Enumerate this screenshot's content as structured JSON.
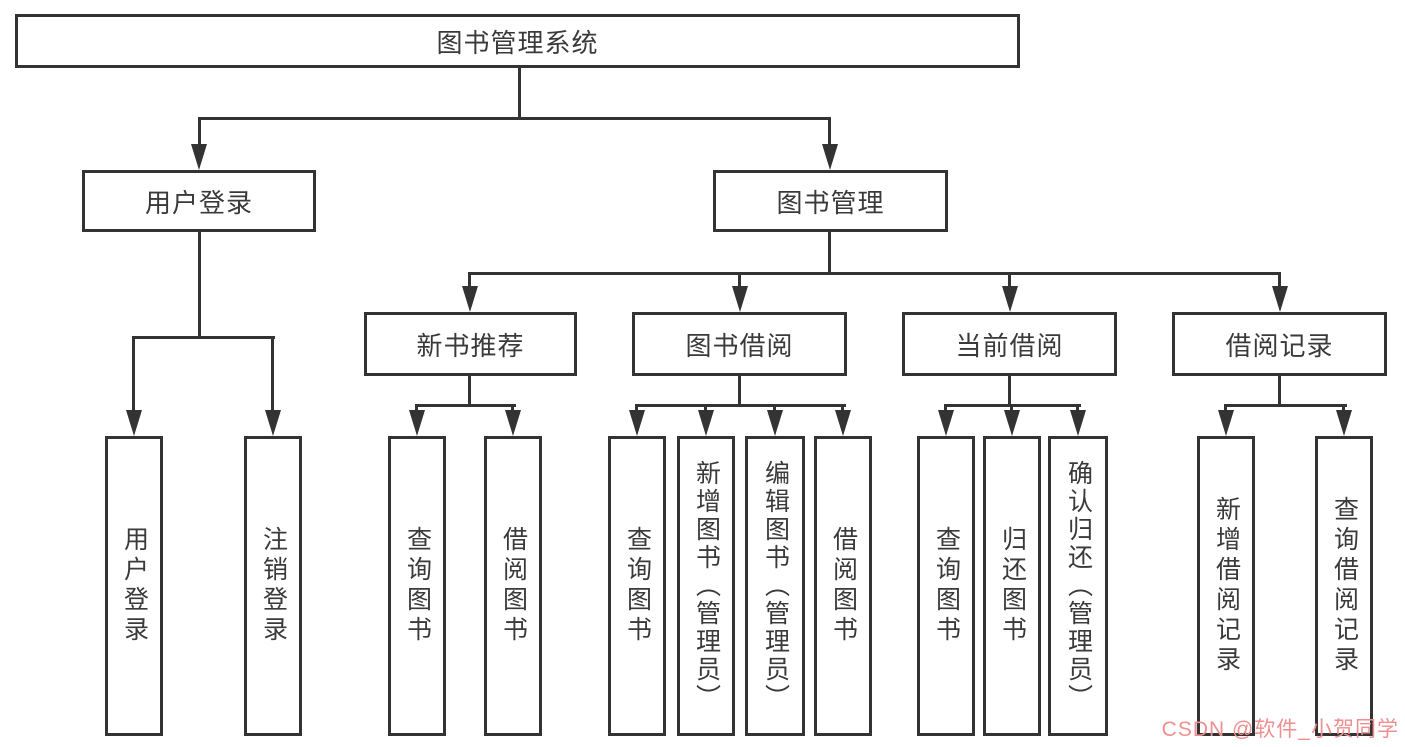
{
  "diagram": {
    "root": {
      "label": "图书管理系统"
    },
    "level2": [
      {
        "label": "用户登录"
      },
      {
        "label": "图书管理"
      }
    ],
    "level3": [
      {
        "label": "新书推荐"
      },
      {
        "label": "图书借阅"
      },
      {
        "label": "当前借阅"
      },
      {
        "label": "借阅记录"
      }
    ],
    "leaves": [
      {
        "label": "用户登录"
      },
      {
        "label": "注销登录"
      },
      {
        "label": "查询图书"
      },
      {
        "label": "借阅图书"
      },
      {
        "label": "查询图书"
      },
      {
        "label": "新增图书（管理员）"
      },
      {
        "label": "编辑图书（管理员）"
      },
      {
        "label": "借阅图书"
      },
      {
        "label": "查询图书"
      },
      {
        "label": "归还图书"
      },
      {
        "label": "确认归还（管理员）"
      },
      {
        "label": "新增借阅记录"
      },
      {
        "label": "查询借阅记录"
      }
    ]
  },
  "watermark": {
    "text": "CSDN @软件_小贺同学"
  },
  "colors": {
    "line": "#333333",
    "text": "#3a3a3a",
    "watermark": "#ef8f8f",
    "background": "#ffffff"
  }
}
